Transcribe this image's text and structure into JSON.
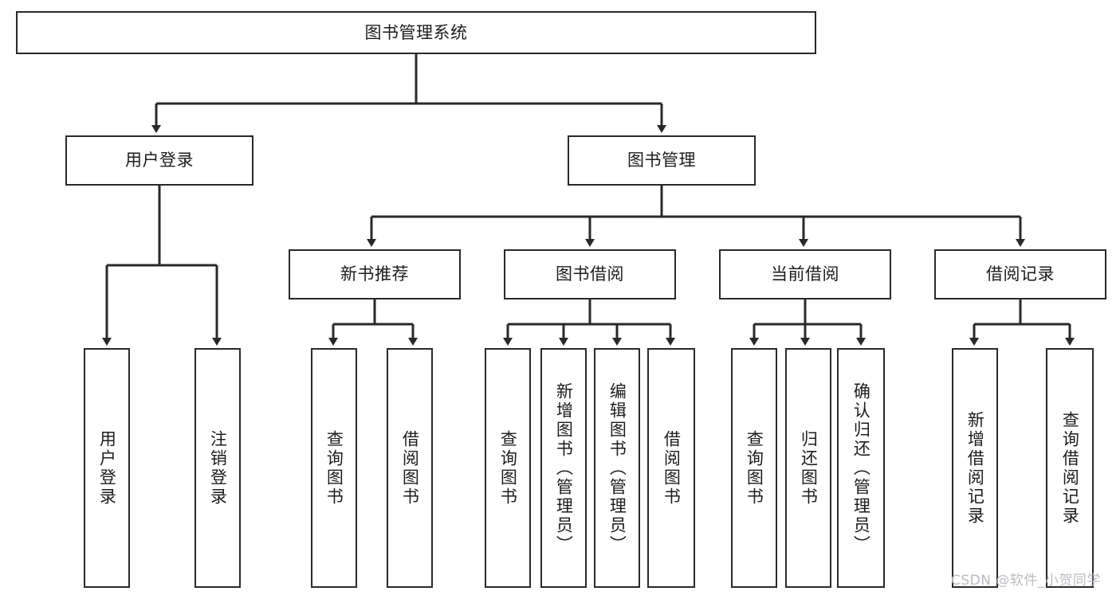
{
  "diagram": {
    "type": "tree-hierarchy",
    "title": "图书管理系统",
    "root": {
      "id": "root",
      "label": "图书管理系统"
    },
    "level1": [
      {
        "id": "user-login",
        "label": "用户登录"
      },
      {
        "id": "book-manage",
        "label": "图书管理"
      }
    ],
    "level2": [
      {
        "id": "new-book-recommend",
        "label": "新书推荐",
        "parent": "book-manage"
      },
      {
        "id": "book-borrow",
        "label": "图书借阅",
        "parent": "book-manage"
      },
      {
        "id": "current-borrow",
        "label": "当前借阅",
        "parent": "book-manage"
      },
      {
        "id": "borrow-record",
        "label": "借阅记录",
        "parent": "book-manage"
      }
    ],
    "leaves": [
      {
        "id": "leaf-user-login",
        "label": "用户登录",
        "parent": "user-login"
      },
      {
        "id": "leaf-logout",
        "label": "注销登录",
        "parent": "user-login"
      },
      {
        "id": "leaf-query-book-1",
        "label": "查询图书",
        "parent": "new-book-recommend"
      },
      {
        "id": "leaf-borrow-book-1",
        "label": "借阅图书",
        "parent": "new-book-recommend"
      },
      {
        "id": "leaf-query-book-2",
        "label": "查询图书",
        "parent": "book-borrow"
      },
      {
        "id": "leaf-add-book",
        "label": "新增图书（管理员）",
        "parent": "book-borrow"
      },
      {
        "id": "leaf-edit-book",
        "label": "编辑图书（管理员）",
        "parent": "book-borrow"
      },
      {
        "id": "leaf-borrow-book-2",
        "label": "借阅图书",
        "parent": "book-borrow"
      },
      {
        "id": "leaf-query-book-3",
        "label": "查询图书",
        "parent": "current-borrow"
      },
      {
        "id": "leaf-return-book",
        "label": "归还图书",
        "parent": "current-borrow"
      },
      {
        "id": "leaf-confirm-return",
        "label": "确认归还（管理员）",
        "parent": "current-borrow"
      },
      {
        "id": "leaf-add-record",
        "label": "新增借阅记录",
        "parent": "borrow-record"
      },
      {
        "id": "leaf-query-record",
        "label": "查询借阅记录",
        "parent": "borrow-record"
      }
    ],
    "colors": {
      "stroke": "#27292b",
      "fill": "#ffffff",
      "background": "#ffffff",
      "text": "#1b1c1e",
      "watermark": "#b9bcc0"
    }
  },
  "watermark": {
    "text": "CSDN @软件_小贺同学"
  }
}
